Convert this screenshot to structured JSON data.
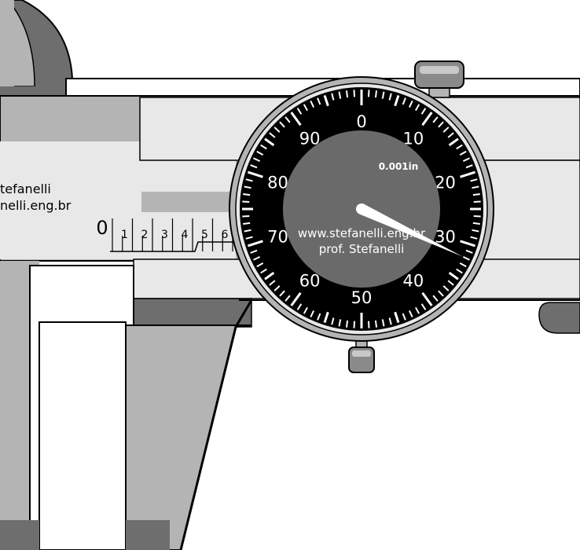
{
  "colors": {
    "dark_steel": "#6e6e6e",
    "mid_steel": "#b4b4b4",
    "light_steel": "#e8e8e8",
    "outline": "#000000",
    "dial_face": "#000000",
    "dial_center": "#6a6a6a",
    "needle": "#ffffff"
  },
  "branding": {
    "body_line1": "tefanelli",
    "body_line2": "nelli.eng.br",
    "dial_url": "www.stefanelli.eng.br",
    "dial_author": "prof. Stefanelli"
  },
  "scale": {
    "zero_label": "0",
    "labels": [
      "1",
      "2",
      "3",
      "4",
      "5",
      "6"
    ]
  },
  "dial": {
    "unit": "0.001in",
    "labels": [
      "0",
      "10",
      "20",
      "30",
      "40",
      "50",
      "60",
      "70",
      "80",
      "90"
    ],
    "divisions": 100,
    "reading": 32
  }
}
